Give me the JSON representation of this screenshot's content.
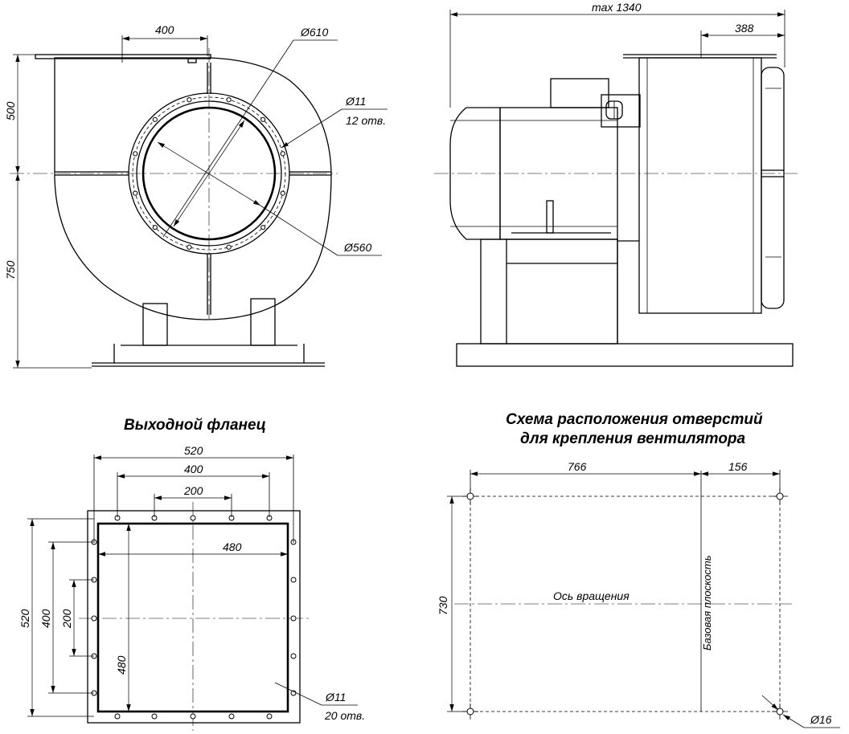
{
  "front_view": {
    "dim_outlet_width": "400",
    "dim_height_top": "500",
    "dim_height_bottom": "750",
    "dim_inlet_diam_outer": "Ø610",
    "dim_hole_diam": "Ø11",
    "dim_hole_count": "12 отв.",
    "dim_inlet_diam_inner": "Ø560"
  },
  "side_view": {
    "dim_total_length": "max 1340",
    "dim_overhang": "388"
  },
  "outlet_flange": {
    "title": "Выходной фланец",
    "dim_outer_width": "520",
    "dim_bolt_span_400": "400",
    "dim_bolt_span_200": "200",
    "dim_inner_width": "480",
    "dim_outer_height": "520",
    "dim_left_400": "400",
    "dim_left_200": "200",
    "dim_inner_height": "480",
    "dim_hole_diam": "Ø11",
    "dim_hole_count": "20 отв."
  },
  "mounting_holes": {
    "title_line1": "Схема расположения отверстий",
    "title_line2": "для крепления вентилятора",
    "dim_766": "766",
    "dim_156": "156",
    "dim_730": "730",
    "rotation_axis_label": "Ось вращения",
    "base_plane_label": "Базовая плоскость",
    "dim_hole_diam": "Ø16"
  }
}
